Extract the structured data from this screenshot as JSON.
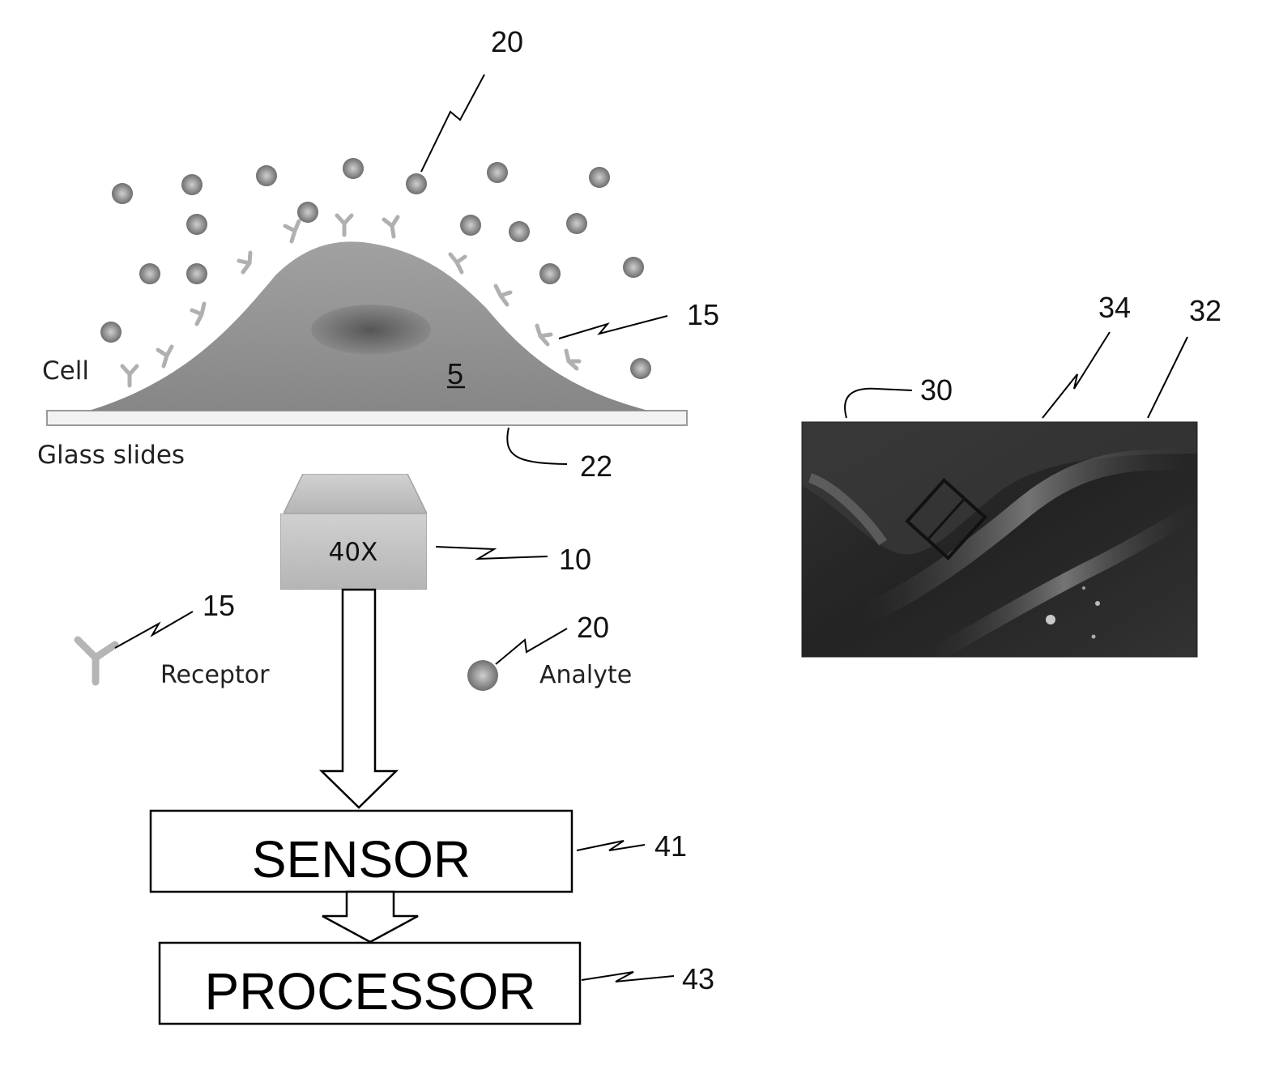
{
  "labels": {
    "cell": "Cell",
    "glass_slides": "Glass slides",
    "cell_ref": "5",
    "objective": "40X",
    "receptor": "Receptor",
    "analyte": "Analyte",
    "sensor": "SENSOR",
    "processor": "PROCESSOR"
  },
  "refs": {
    "analyte_top": "20",
    "receptor_cell": "15",
    "glass": "22",
    "objective": "10",
    "receptor_legend": "15",
    "analyte_legend": "20",
    "sensor": "41",
    "processor": "43",
    "image": "30",
    "roi": "34",
    "image_edge": "32"
  }
}
